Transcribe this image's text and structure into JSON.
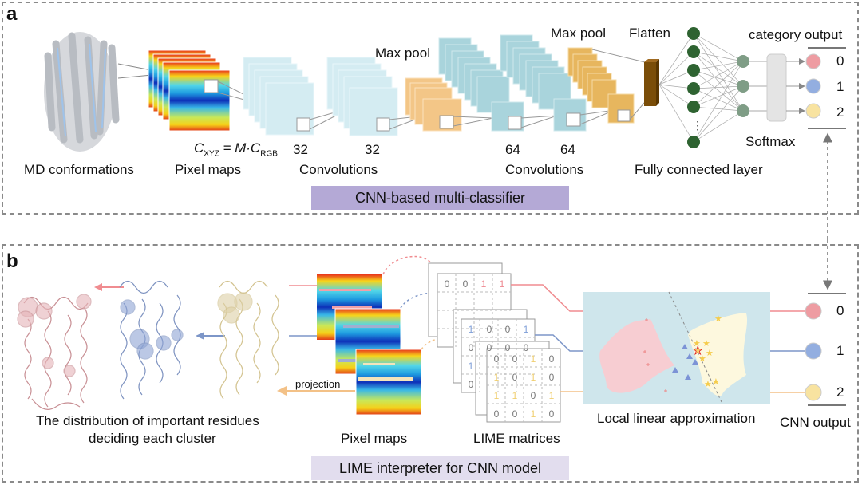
{
  "panel_a": {
    "label": "a",
    "banner": "CNN-based multi-classifier",
    "banner_color": "#b4a9d6",
    "equation": {
      "lhs": "C",
      "lhs_sub": "XYZ",
      "eq": " = M·C",
      "rhs_sub": "RGB"
    },
    "labels": {
      "md": "MD conformations",
      "pixel_maps": "Pixel maps",
      "conv1": "Convolutions",
      "conv2": "Convolutions",
      "maxpool1": "Max pool",
      "maxpool2": "Max pool",
      "flatten": "Flatten",
      "fc": "Fully connected layer",
      "softmax": "Softmax",
      "category_output": "category output"
    },
    "filter_counts": [
      "32",
      "32",
      "64",
      "64"
    ],
    "outputs": [
      {
        "value": "0",
        "color": "#ee9ca2"
      },
      {
        "value": "1",
        "color": "#93aee0"
      },
      {
        "value": "2",
        "color": "#f8e3a0"
      }
    ]
  },
  "panel_b": {
    "label": "b",
    "banner": "LIME interpreter for CNN model",
    "banner_color": "#e2ddee",
    "labels": {
      "residues_line1": "The distribution of important residues",
      "residues_line2": "deciding each cluster",
      "pixel_maps": "Pixel maps",
      "lime_matrices": "LIME matrices",
      "local_linear": "Local linear approximation",
      "cnn_output": "CNN output",
      "projection": "projection"
    },
    "lime_matrices": [
      {
        "color": "#ee8890",
        "rows": [
          [
            "0",
            "0",
            "1",
            "1"
          ]
        ]
      },
      {
        "color": "#7f9fd8",
        "rows": [
          [
            "1",
            "0",
            "0",
            "1"
          ],
          [
            "0",
            "0",
            "0",
            "0"
          ],
          [
            "1",
            "",
            "",
            " "
          ],
          [
            "0",
            "",
            "",
            ""
          ]
        ]
      },
      {
        "color": "#f0cf70",
        "rows": [
          [
            "0",
            "0",
            "1",
            "0"
          ],
          [
            "1",
            "0",
            "1",
            "0"
          ],
          [
            "1",
            "1",
            "0",
            "1"
          ],
          [
            "0",
            "0",
            "1",
            "0"
          ]
        ]
      }
    ],
    "outputs": [
      {
        "value": "0",
        "color": "#ee9ca2"
      },
      {
        "value": "1",
        "color": "#93aee0"
      },
      {
        "value": "2",
        "color": "#f8e3a0"
      }
    ]
  }
}
